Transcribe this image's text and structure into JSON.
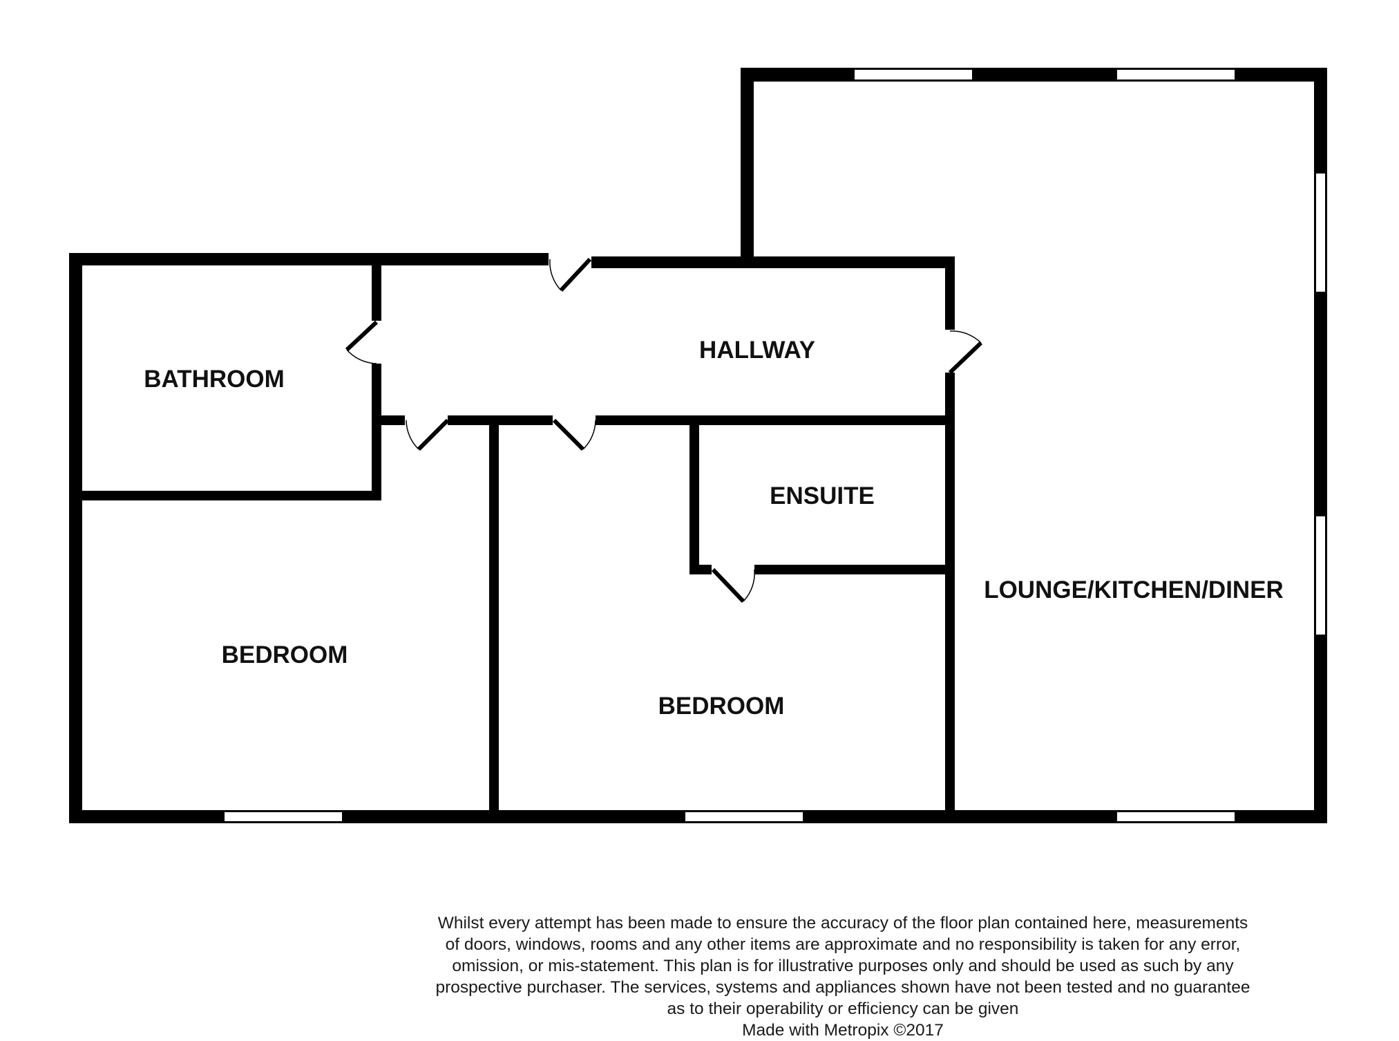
{
  "floorplan": {
    "rooms": [
      {
        "id": "bathroom",
        "label": "BATHROOM"
      },
      {
        "id": "hallway",
        "label": "HALLWAY"
      },
      {
        "id": "bedroom-1",
        "label": "BEDROOM"
      },
      {
        "id": "ensuite",
        "label": "ENSUITE"
      },
      {
        "id": "bedroom-2",
        "label": "BEDROOM"
      },
      {
        "id": "lounge",
        "label": "LOUNGE/KITCHEN/DINER"
      }
    ],
    "colors": {
      "wall": "#000000",
      "window": "#ffffff",
      "background": "#ffffff",
      "text": "#111111"
    }
  },
  "disclaimer": {
    "lines": [
      "Whilst every attempt has been made to ensure the accuracy of the floor plan contained here, measurements",
      "of doors, windows, rooms and any other items are approximate and no responsibility is taken for any error,",
      "omission, or mis-statement. This plan is for illustrative purposes only and should be used as such by any",
      "prospective purchaser. The services, systems and appliances shown have not been tested and no guarantee",
      "as to their operability or efficiency can be given"
    ],
    "credit": "Made with Metropix ©2017"
  }
}
